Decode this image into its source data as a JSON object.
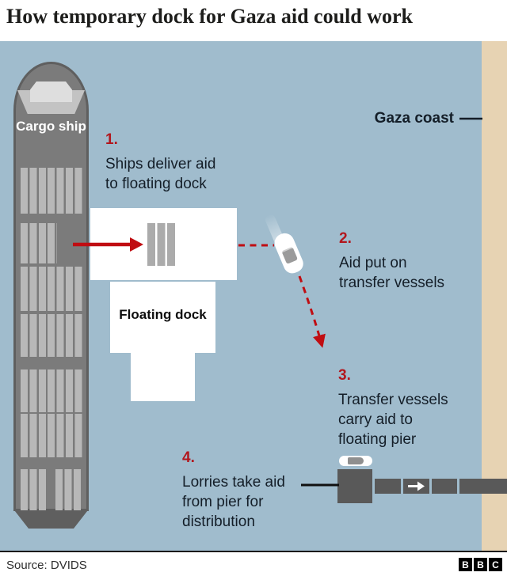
{
  "title": "How temporary dock for Gaza aid could work",
  "labels": {
    "cargo_ship": "Cargo ship",
    "floating_dock": "Floating dock",
    "gaza_coast": "Gaza coast"
  },
  "steps": [
    {
      "num": "1.",
      "lines": [
        "Ships deliver aid",
        "to floating dock"
      ]
    },
    {
      "num": "2.",
      "lines": [
        "Aid put on",
        "transfer vessels"
      ]
    },
    {
      "num": "3.",
      "lines": [
        "Transfer vessels",
        "carry aid to",
        "floating pier"
      ]
    },
    {
      "num": "4.",
      "lines": [
        "Lorries take aid",
        "from pier for",
        "distribution"
      ]
    }
  ],
  "footer": {
    "source": "Source: DVIDS",
    "logo_letters": [
      "B",
      "B",
      "C"
    ]
  },
  "colors": {
    "sea": "#a0bccd",
    "coast": "#e7d3b3",
    "ship": "#7b7b7b",
    "ship_outline": "#5f5f5f",
    "container": "#b8b8b8",
    "pier": "#595959",
    "accent_red": "#c00d12",
    "number_red": "#b2161d",
    "text": "#141e28"
  }
}
